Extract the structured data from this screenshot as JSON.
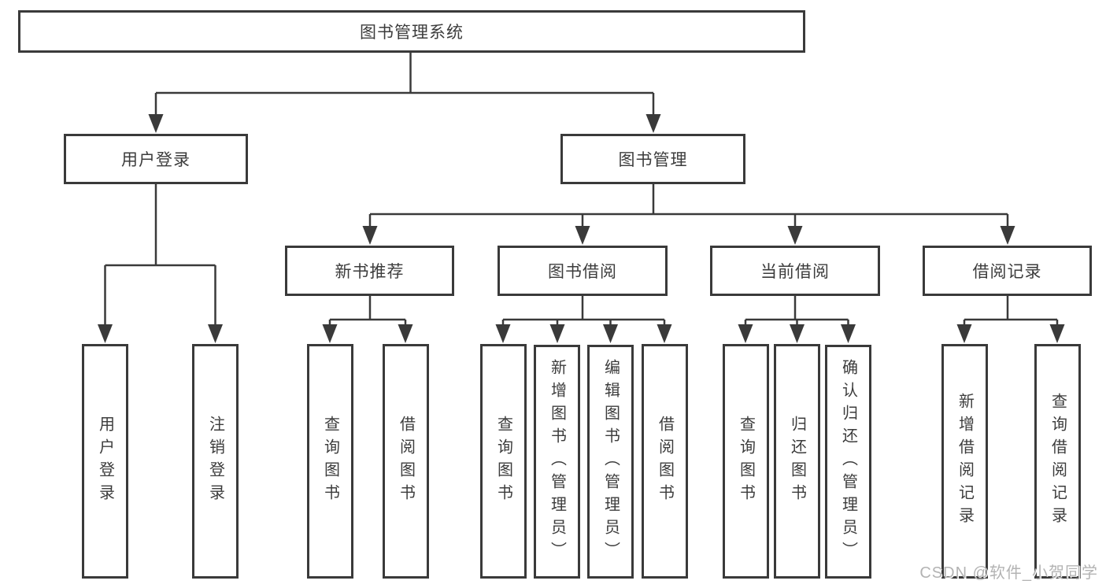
{
  "diagram": {
    "root": {
      "label": "图书管理系统"
    },
    "level2": [
      {
        "id": "user-login",
        "label": "用户登录"
      },
      {
        "id": "book-management",
        "label": "图书管理"
      }
    ],
    "level3": [
      {
        "id": "new-book-recommend",
        "label": "新书推荐"
      },
      {
        "id": "book-borrow",
        "label": "图书借阅"
      },
      {
        "id": "current-borrow",
        "label": "当前借阅"
      },
      {
        "id": "borrow-records",
        "label": "借阅记录"
      }
    ],
    "leaves": [
      {
        "id": "user-login-leaf",
        "label": "用户登录",
        "parent": "用户登录"
      },
      {
        "id": "logout",
        "label": "注销登录",
        "parent": "用户登录"
      },
      {
        "id": "query-book-recommend",
        "label": "查询图书",
        "parent": "新书推荐"
      },
      {
        "id": "borrow-book-recommend",
        "label": "借阅图书",
        "parent": "新书推荐"
      },
      {
        "id": "query-book-borrow",
        "label": "查询图书",
        "parent": "图书借阅"
      },
      {
        "id": "add-book-admin",
        "label": "新增图书（管理员）",
        "parent": "图书借阅"
      },
      {
        "id": "edit-book-admin",
        "label": "编辑图书（管理员）",
        "parent": "图书借阅"
      },
      {
        "id": "borrow-book",
        "label": "借阅图书",
        "parent": "图书借阅"
      },
      {
        "id": "query-book-current",
        "label": "查询图书",
        "parent": "当前借阅"
      },
      {
        "id": "return-book",
        "label": "归还图书",
        "parent": "当前借阅"
      },
      {
        "id": "confirm-return-admin",
        "label": "确认归还（管理员）",
        "parent": "当前借阅"
      },
      {
        "id": "add-borrow-record",
        "label": "新增借阅记录",
        "parent": "借阅记录"
      },
      {
        "id": "query-borrow-record",
        "label": "查询借阅记录",
        "parent": "借阅记录"
      }
    ],
    "watermark": "CSDN @软件_小贺同学",
    "colors": {
      "line": "#3a3a3a",
      "border": "#3a3a3a",
      "text": "#3c3c3c",
      "watermark": "#b3b3b3",
      "background": "#ffffff"
    }
  }
}
